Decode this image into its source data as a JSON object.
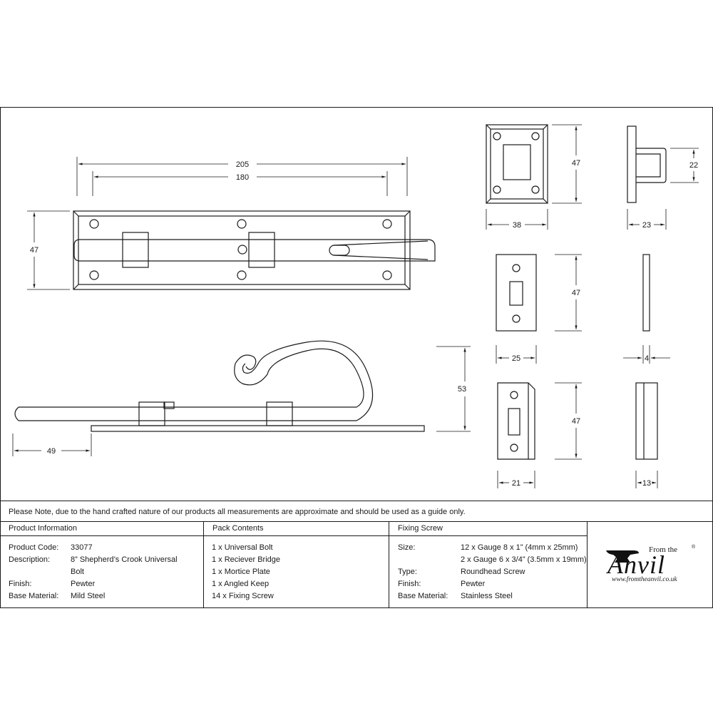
{
  "dimensions": {
    "bolt_length_overall": "205",
    "bolt_fixing_centres": "180",
    "bolt_plate_height": "47",
    "bolt_side_height": "53",
    "bolt_handle_offset": "49",
    "bridge_height": "47",
    "bridge_width": "38",
    "bridge_depth": "23",
    "bridge_side_height": "22",
    "mortice_height": "47",
    "mortice_width": "25",
    "mortice_depth": "4",
    "keep_height": "47",
    "keep_width": "21",
    "keep_depth": "13"
  },
  "note": "Please Note, due to the hand crafted nature of our products all measurements are approximate and should be used as a guide only.",
  "product_info": {
    "title": "Product Information",
    "rows": [
      {
        "key": "Product Code:",
        "value": "33077"
      },
      {
        "key": "Description:",
        "value": "8” Shepherd’s Crook Universal"
      },
      {
        "key": "",
        "value": "Bolt"
      },
      {
        "key": "Finish:",
        "value": "Pewter"
      },
      {
        "key": "Base Material:",
        "value": "Mild Steel"
      }
    ]
  },
  "pack_contents": {
    "title": "Pack Contents",
    "items": [
      "1 x Universal Bolt",
      "1 x Reciever Bridge",
      "1 x Mortice Plate",
      "1 x Angled Keep",
      "14 x Fixing Screw"
    ]
  },
  "fixing_screw": {
    "title": "Fixing Screw",
    "rows": [
      {
        "key": "Size:",
        "value": "12 x Gauge 8 x 1” (4mm x 25mm)"
      },
      {
        "key": "",
        "value": "2 x Gauge 6 x 3/4” (3.5mm x 19mm)"
      },
      {
        "key": "Type:",
        "value": "Roundhead Screw"
      },
      {
        "key": "Finish:",
        "value": "Pewter"
      },
      {
        "key": "Base Material:",
        "value": "Stainless Steel"
      }
    ]
  },
  "logo": {
    "from_the": "From the",
    "word": "Anvil",
    "registered": "®",
    "url": "www.fromtheanvil.co.uk"
  }
}
